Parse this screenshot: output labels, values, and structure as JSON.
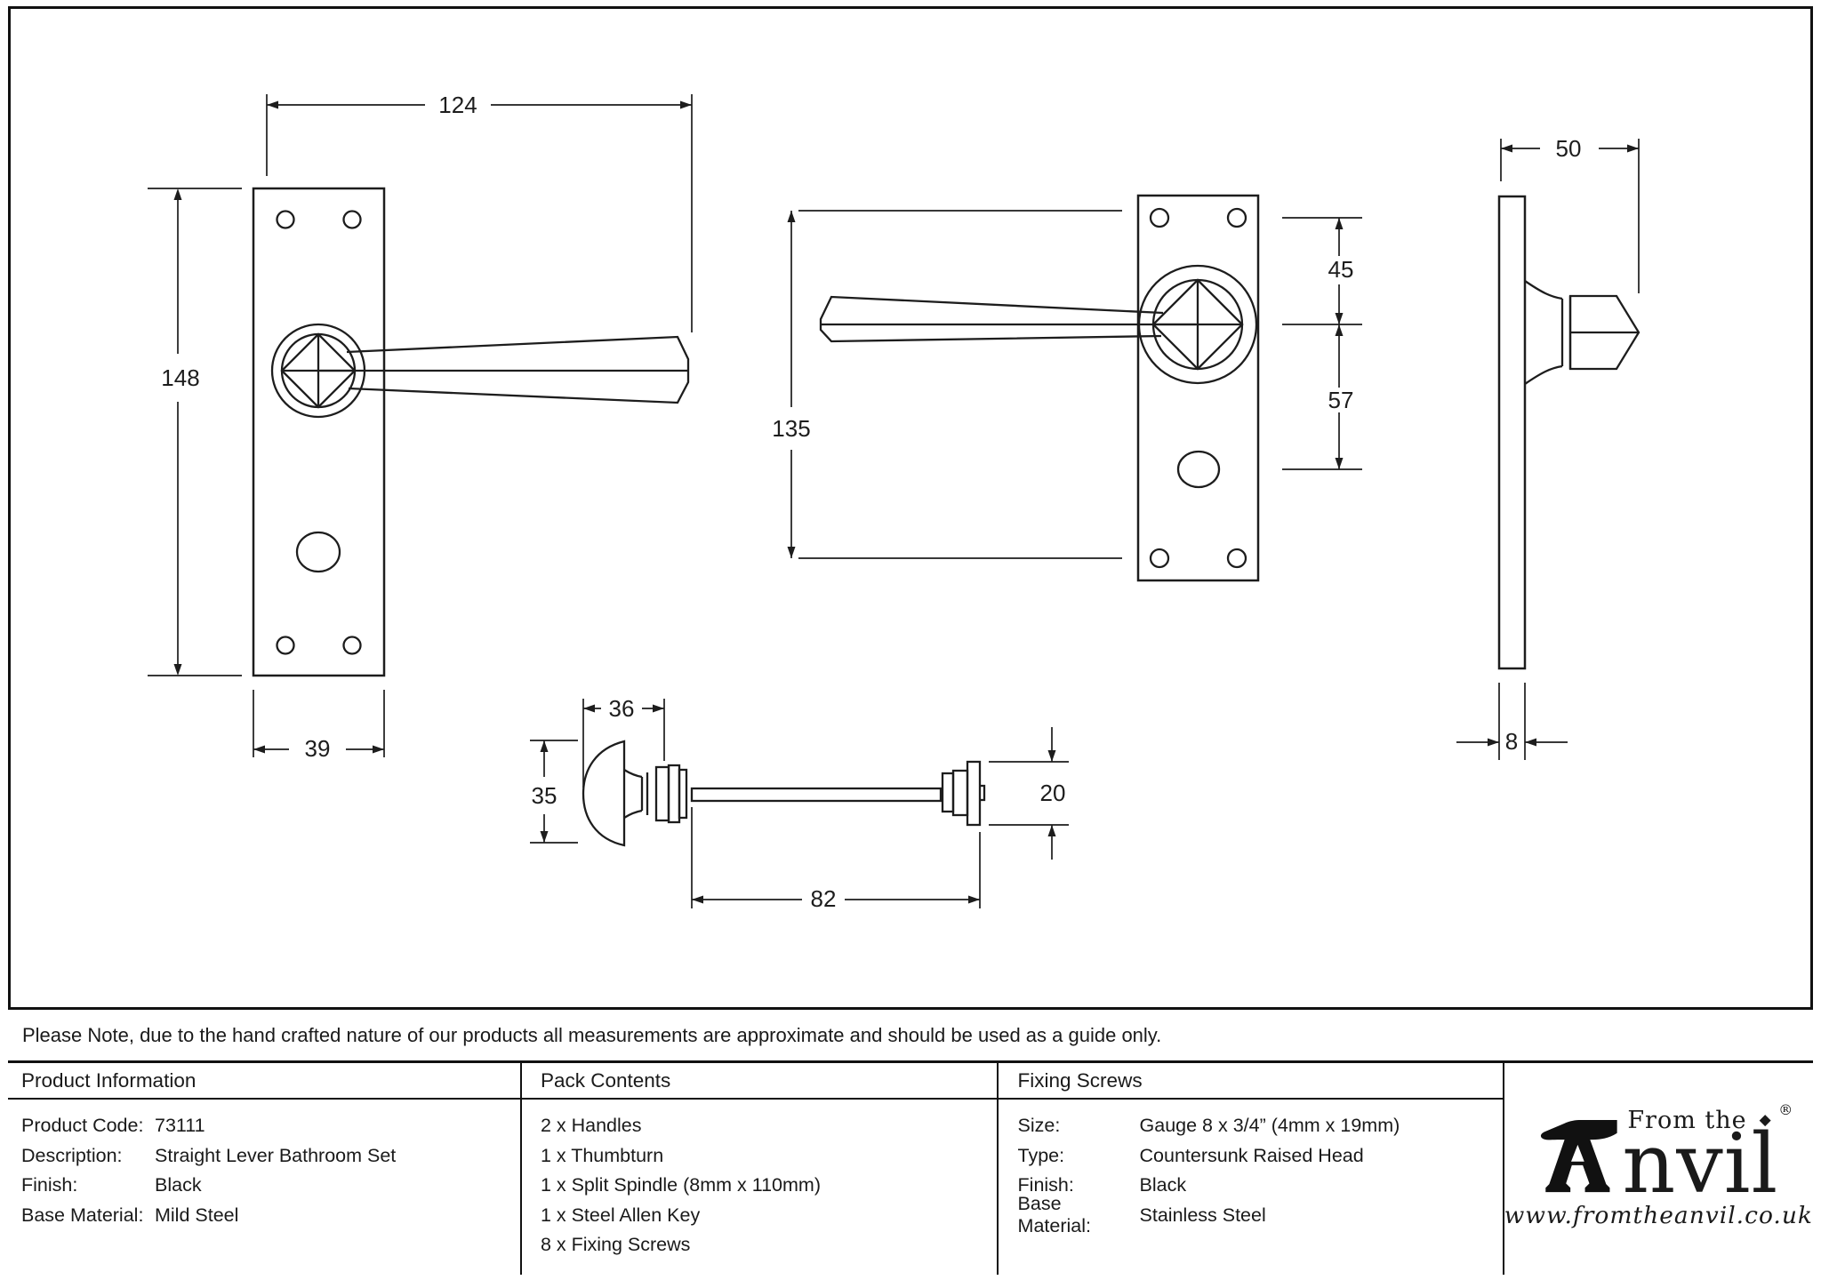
{
  "note": "Please Note, due to the hand crafted nature of our products all measurements are approximate and should be used as a guide only.",
  "product_information": {
    "header": "Product Information",
    "rows": [
      {
        "label": "Product Code:",
        "value": "73111"
      },
      {
        "label": "Description:",
        "value": "Straight Lever Bathroom Set"
      },
      {
        "label": "Finish:",
        "value": "Black"
      },
      {
        "label": "Base Material:",
        "value": "Mild Steel"
      }
    ]
  },
  "pack_contents": {
    "header": "Pack Contents",
    "items": [
      "2 x Handles",
      "1 x Thumbturn",
      "1 x Split Spindle (8mm x 110mm)",
      "1 x Steel Allen Key",
      "8 x Fixing Screws"
    ]
  },
  "fixing_screws": {
    "header": "Fixing Screws",
    "rows": [
      {
        "label": "Size:",
        "value": "Gauge 8 x 3/4” (4mm x 19mm)"
      },
      {
        "label": "Type:",
        "value": "Countersunk Raised Head"
      },
      {
        "label": "Finish:",
        "value": "Black"
      },
      {
        "label": "Base Material:",
        "value": "Stainless Steel"
      }
    ]
  },
  "logo": {
    "tagline": "From the",
    "wordmark_tail": "nvil",
    "registered": "®",
    "diamond_glyph": "◆",
    "website": "www.fromtheanvil.co.uk",
    "icon": "anvil-icon"
  },
  "drawing": {
    "line_color": "#1d1d1d",
    "dims": {
      "overall_width": "124",
      "plate_height": "148",
      "plate_width": "39",
      "hole_centres": "135",
      "top_to_spindle": "45",
      "spindle_to_thumbturn": "57",
      "projection": "50",
      "plate_thickness": "8",
      "thumbturn_width": "36",
      "thumbturn_height": "35",
      "spindle_length": "82",
      "release_diameter": "20"
    }
  }
}
